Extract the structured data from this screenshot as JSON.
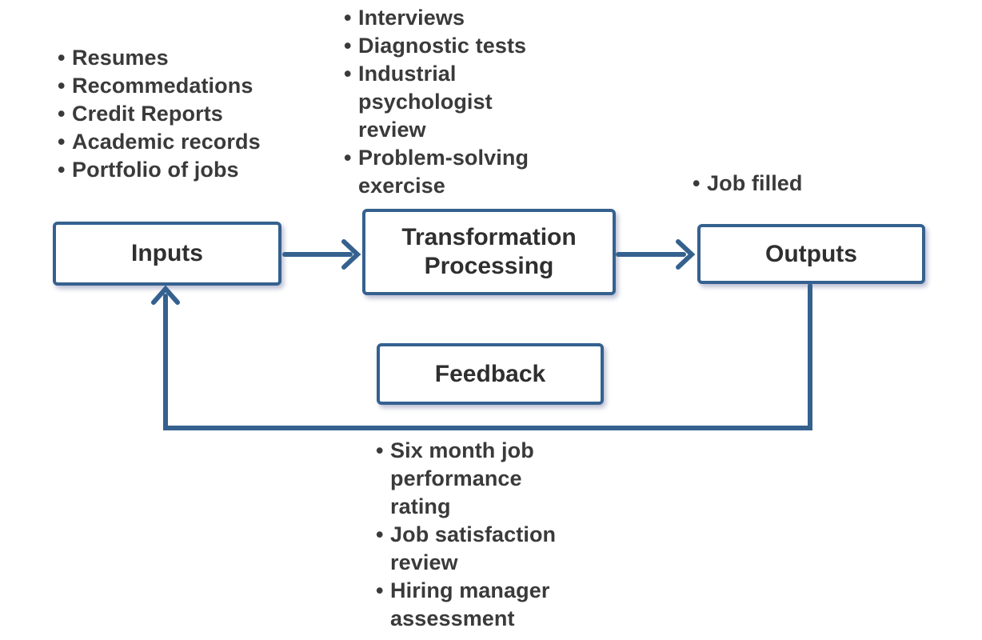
{
  "colors": {
    "accent": "#35618F",
    "text": "#3A3A3A",
    "box_text": "#2F2F2F",
    "background": "#FFFFFF"
  },
  "boxes": {
    "inputs": "Inputs",
    "transformation": "Transformation Processing",
    "outputs": "Outputs",
    "feedback": "Feedback"
  },
  "lists": {
    "inputs": [
      "Resumes",
      "Recommedations",
      "Credit Reports",
      "Academic records",
      "Portfolio of jobs"
    ],
    "transformation": [
      "Interviews",
      "Diagnostic tests",
      "Industrial psychologist review",
      "Problem-solving exercise"
    ],
    "outputs": [
      "Job filled"
    ],
    "feedback": [
      "Six month job performance rating",
      "Job satisfaction review",
      "Hiring manager assessment"
    ]
  }
}
